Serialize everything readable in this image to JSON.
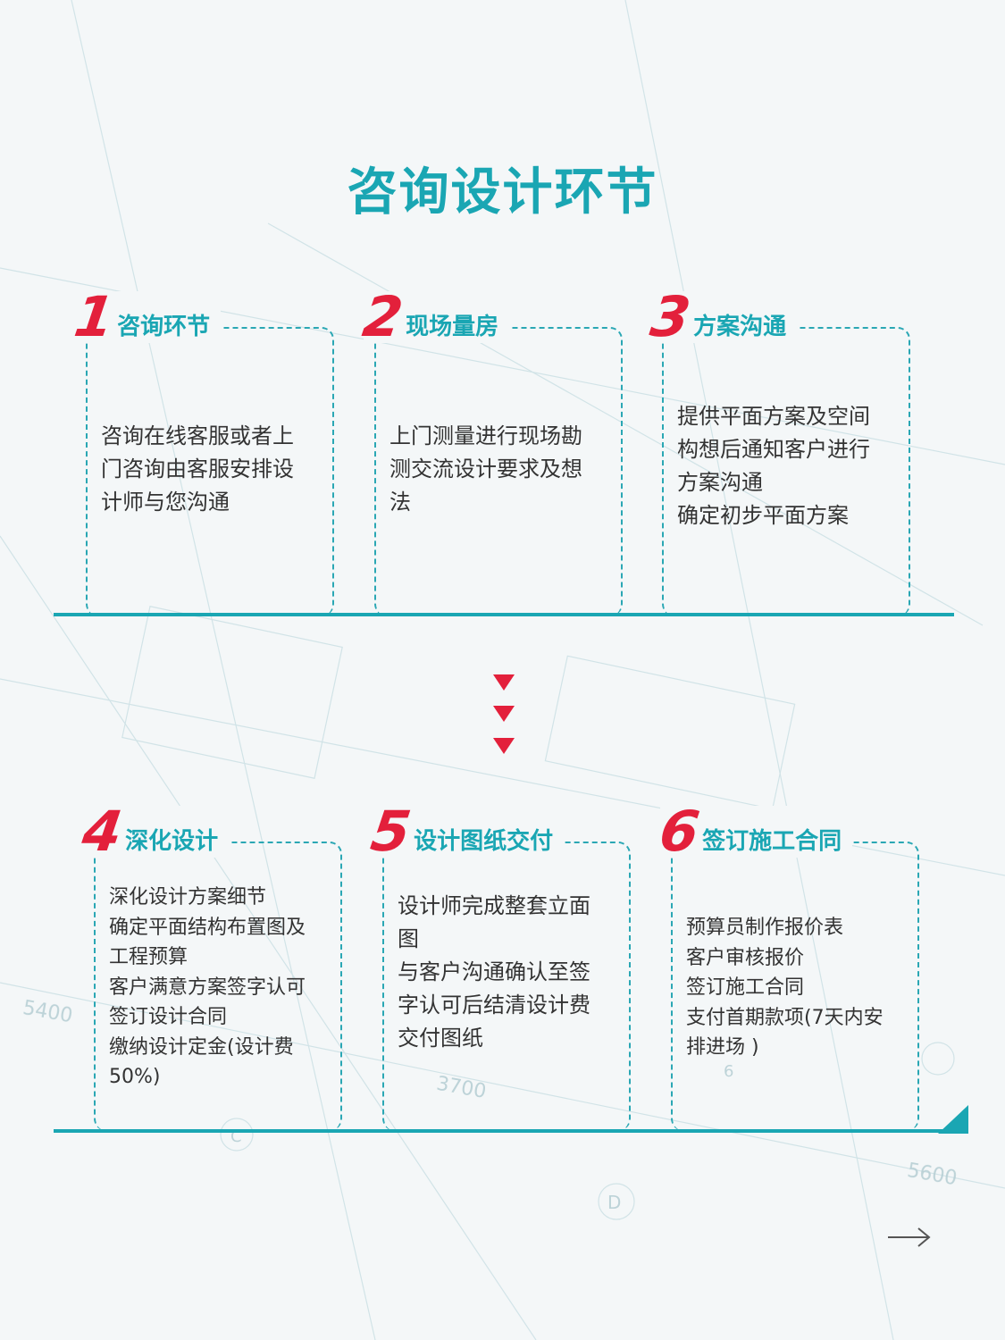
{
  "title": "咨询设计环节",
  "background_labels": [
    "5400",
    "3700",
    "5600",
    "D",
    "C",
    "6"
  ],
  "steps": [
    {
      "num": "1",
      "title": "咨询环节",
      "lines": [
        "咨询在线客服或者上",
        "门咨询由客服安排设",
        "计师与您沟通"
      ]
    },
    {
      "num": "2",
      "title": "现场量房",
      "lines": [
        "上门测量进行现场勘",
        "测交流设计要求及想",
        "法"
      ]
    },
    {
      "num": "3",
      "title": "方案沟通",
      "lines": [
        "提供平面方案及空间",
        "构想后通知客户进行",
        "方案沟通",
        "确定初步平面方案"
      ]
    },
    {
      "num": "4",
      "title": "深化设计",
      "lines": [
        "深化设计方案细节",
        "确定平面结构布置图及",
        "工程预算",
        "客户满意方案签字认可",
        "签订设计合同",
        "缴纳设计定金(设计费",
        "50%)"
      ]
    },
    {
      "num": "5",
      "title": "设计图纸交付",
      "lines": [
        "设计师完成整套立面",
        "图",
        "与客户沟通确认至签",
        "字认可后结清设计费",
        "交付图纸"
      ]
    },
    {
      "num": "6",
      "title": "签订施工合同",
      "lines": [
        "预算员制作报价表",
        "客户审核报价",
        "签订施工合同",
        "支付首期款项(7天内安",
        "排进场 )"
      ]
    }
  ],
  "icons": {
    "down": "triangle-down-icon",
    "end": "triangle-end-icon",
    "next": "arrow-right-icon"
  },
  "colors": {
    "accent": "#1aa6b3",
    "number": "#e3203b",
    "text": "#333333"
  }
}
